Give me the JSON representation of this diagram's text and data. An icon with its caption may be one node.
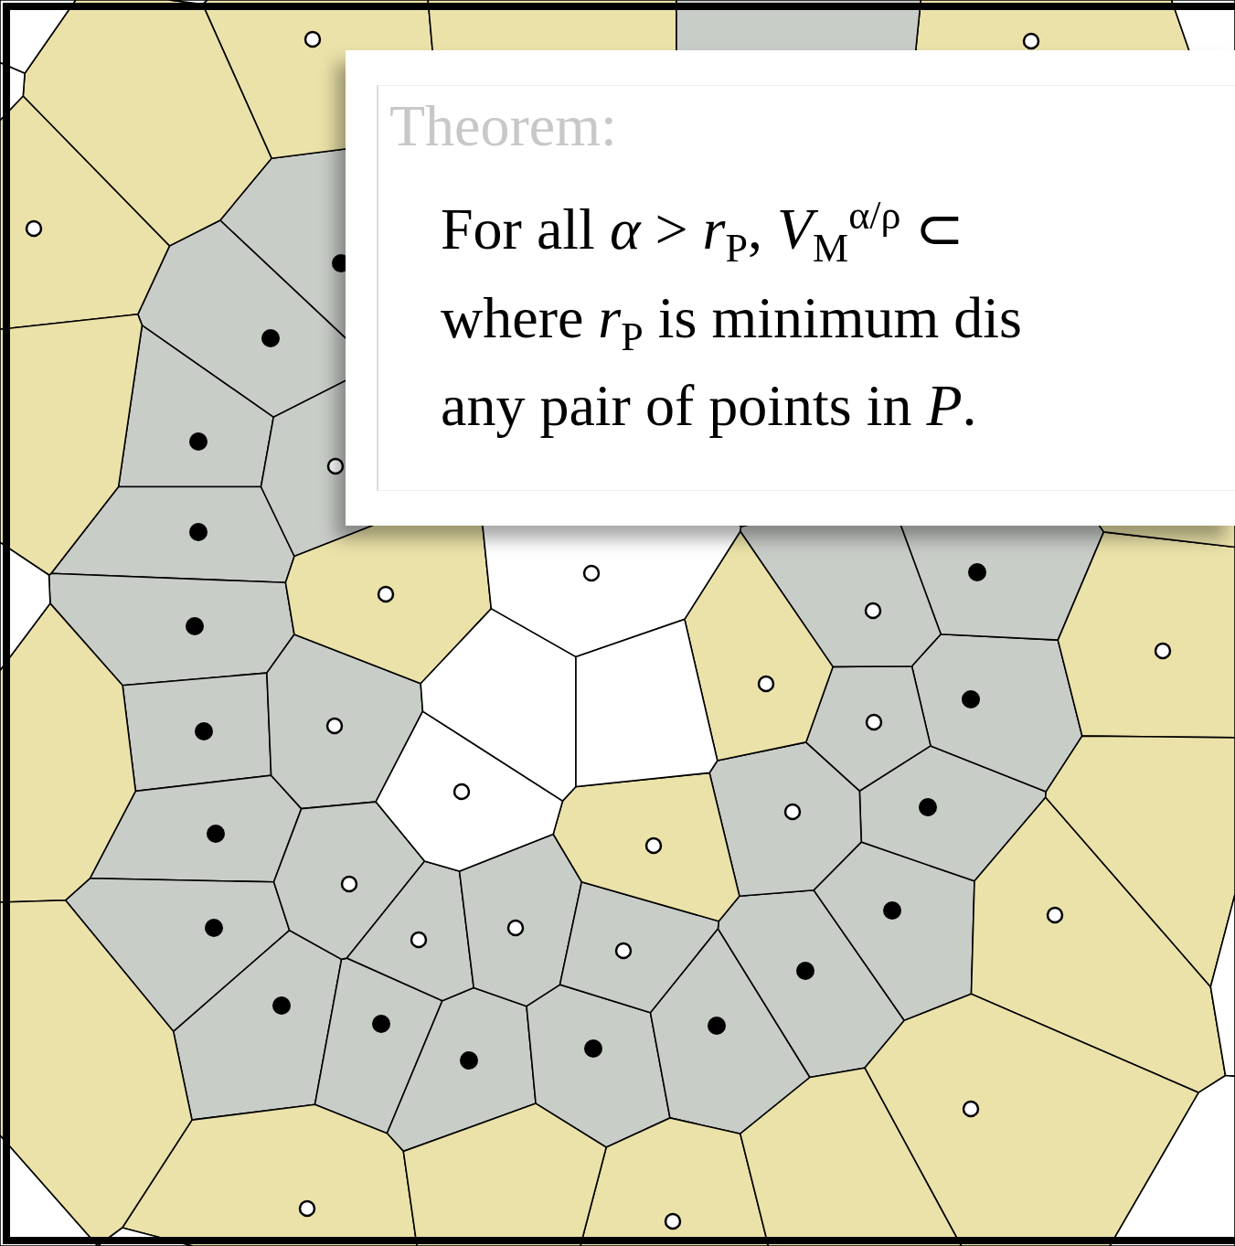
{
  "diagram": {
    "labels": [
      "Theorem:",
      "For all *α* > *r*$_{P}$, *V*$_{M}$$^{α/ρ}$ ⊂",
      "where *r*$_{P}$ is minimum dis",
      "any pair of points in *P*."
    ]
  }
}
